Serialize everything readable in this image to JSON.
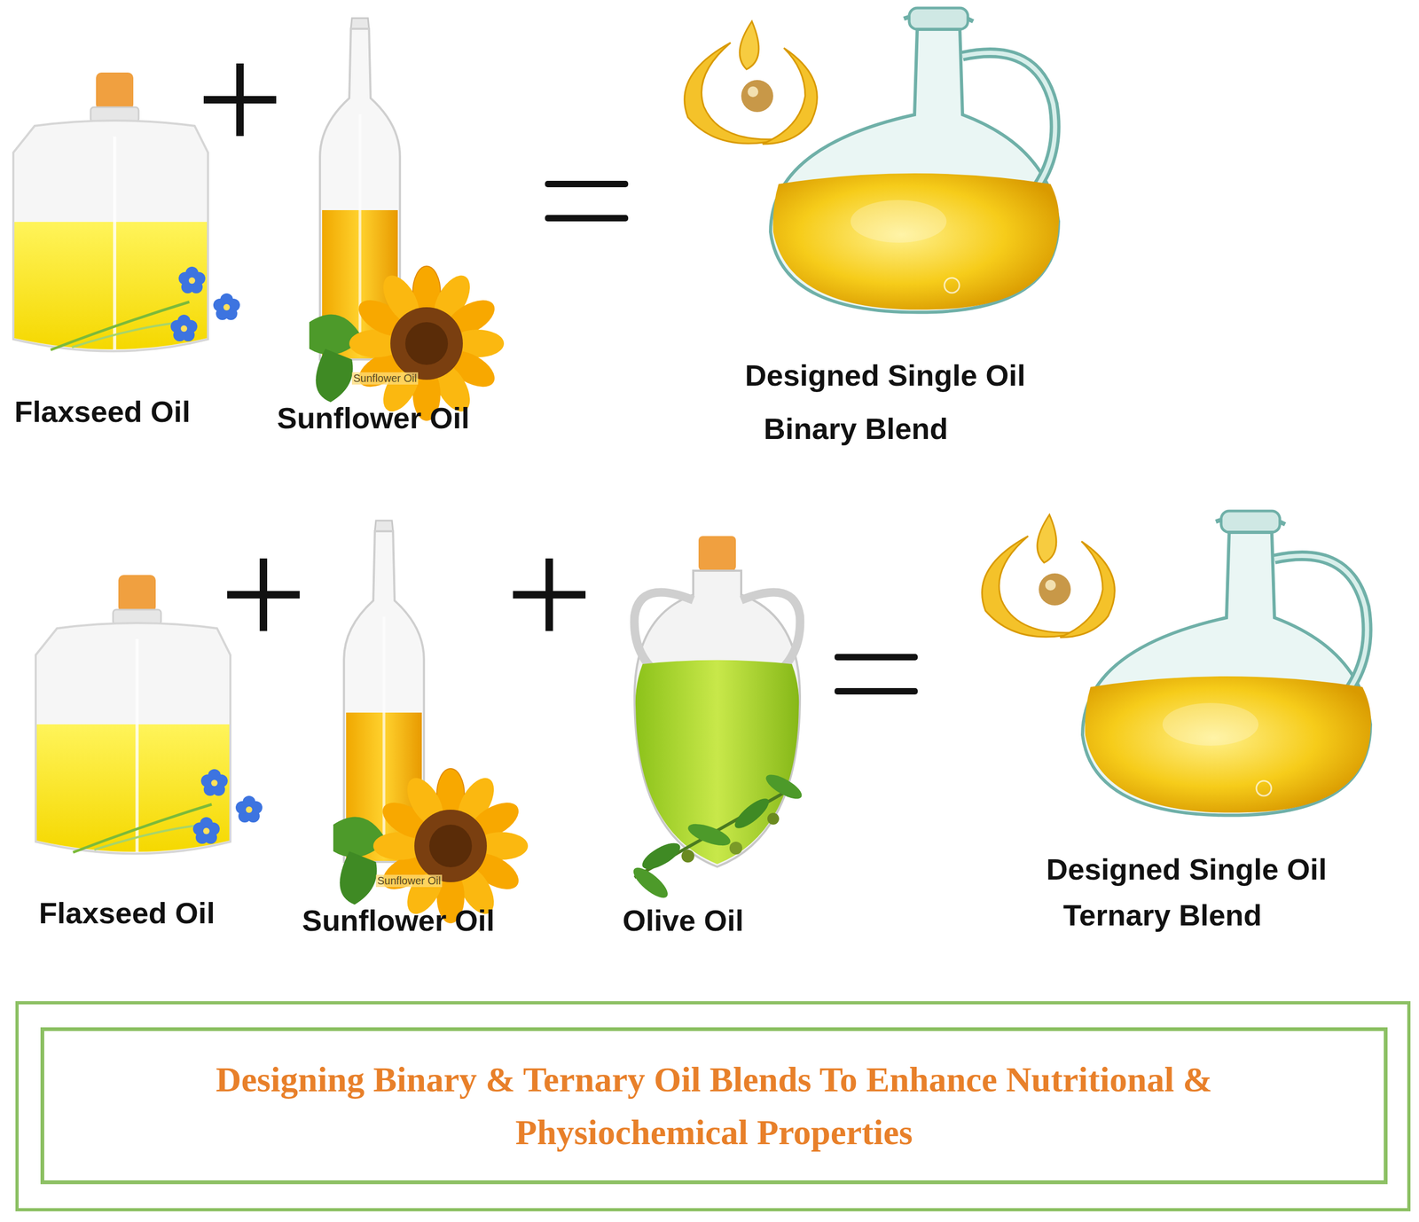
{
  "diagram": {
    "nodes": [
      {
        "text": [
          "Designing Binary & Ternary Oil Blends To Enhance Nutritional & Physiochemical Properties"
        ]
      }
    ],
    "labels": [
      "Flaxseed Oil",
      "Sunflower Oil",
      "Sunflower Oil",
      "Designed Single Oil",
      "Binary Blend",
      "Flaxseed Oil",
      "Sunflower Oil",
      "Sunflower Oil",
      "Olive Oil",
      "Designed Single Oil",
      "Ternary Blend"
    ]
  }
}
